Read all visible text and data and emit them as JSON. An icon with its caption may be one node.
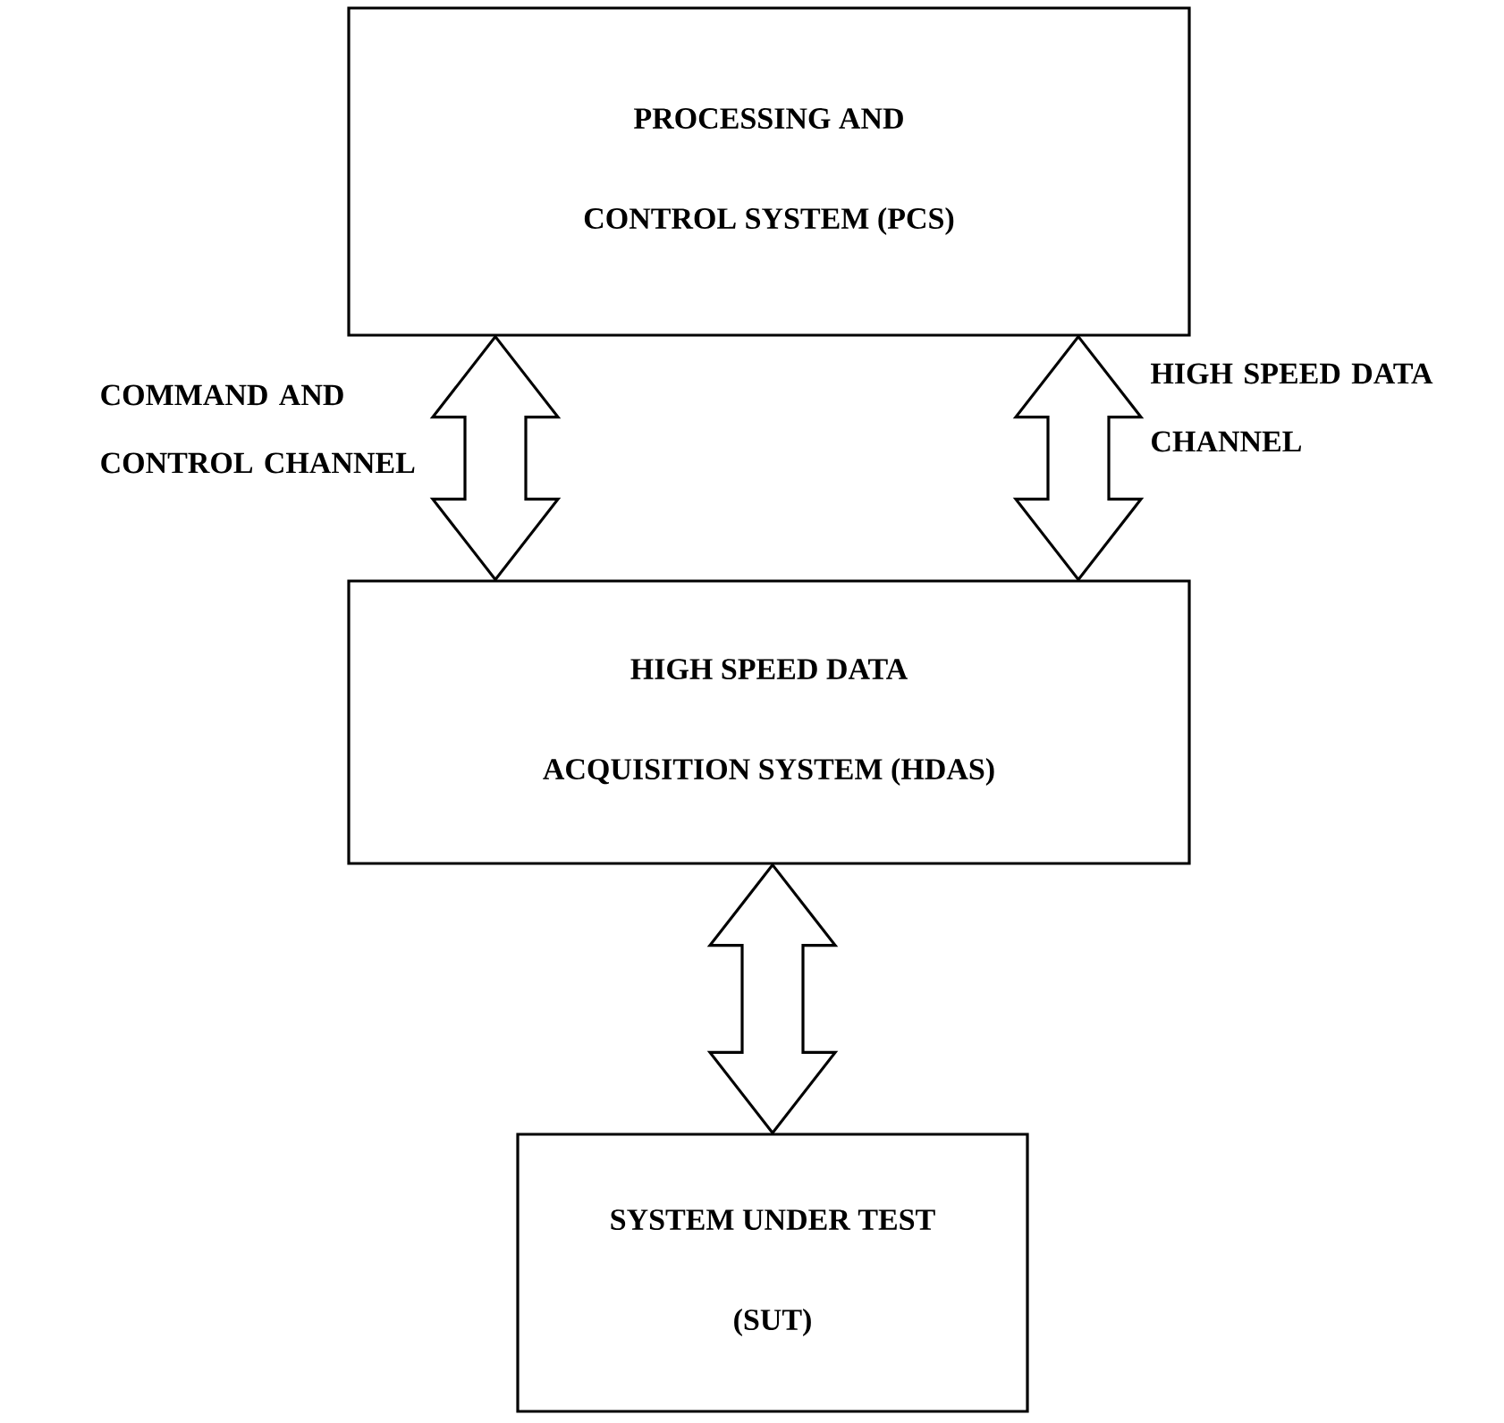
{
  "diagram": {
    "nodes": [
      {
        "text": [
          "PROCESSING AND CONTROL SYSTEM (PCS)"
        ]
      },
      {
        "text": [
          "HIGH SPEED DATA ACQUISITION SYSTEM (HDAS)"
        ]
      },
      {
        "text": [
          "SYSTEM UNDER TEST (SUT)"
        ]
      }
    ],
    "edges": [
      {
        "from": 0,
        "to": 1,
        "arrow": "both",
        "label": "COMMAND AND CONTROL CHANNEL"
      },
      {
        "from": 0,
        "to": 1,
        "arrow": "both",
        "label": "HIGH SPEED DATA CHANNEL"
      },
      {
        "from": 1,
        "to": 2,
        "arrow": "both"
      }
    ]
  }
}
